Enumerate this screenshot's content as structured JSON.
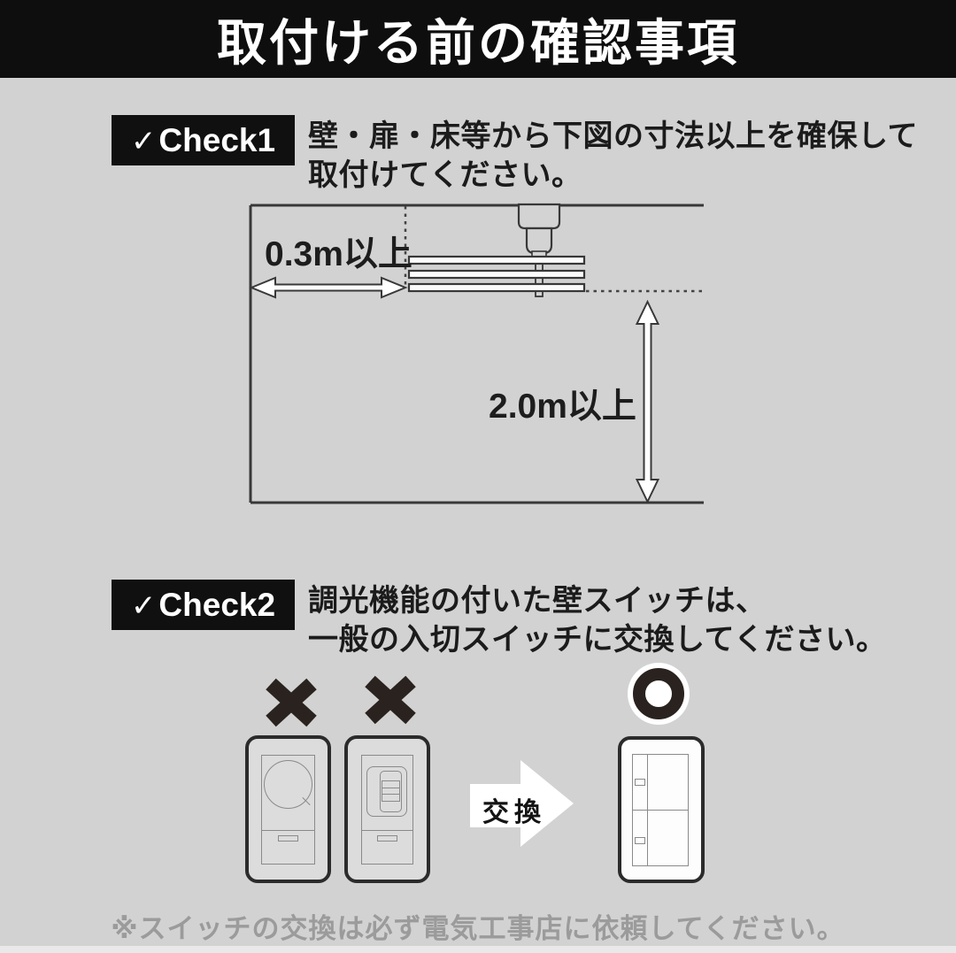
{
  "colors": {
    "background": "#d2d2d2",
    "banner_bg": "#0e0e0e",
    "badge_bg": "#101010",
    "text": "#1b1b1b",
    "mark_dark": "#2a221e",
    "note_gray": "#9b9b9b",
    "diagram_line": "#383838"
  },
  "banner": {
    "title": "取付ける前の確認事項"
  },
  "check1": {
    "check_glyph": "✓",
    "badge_label": "Check1",
    "desc_line1": "壁・扉・床等から下図の寸法以上を確保して",
    "desc_line2": "取付けてください。",
    "horizontal_clearance_label": "0.3m以上",
    "vertical_clearance_label": "2.0m以上"
  },
  "check2": {
    "check_glyph": "✓",
    "badge_label": "Check2",
    "desc_line1": "調光機能の付いた壁スイッチは、",
    "desc_line2": "一般の入切スイッチに交換してください。",
    "exchange_arrow_label": "交換"
  },
  "footer": {
    "note": "※スイッチの交換は必ず電気工事店に依頼してください。"
  }
}
